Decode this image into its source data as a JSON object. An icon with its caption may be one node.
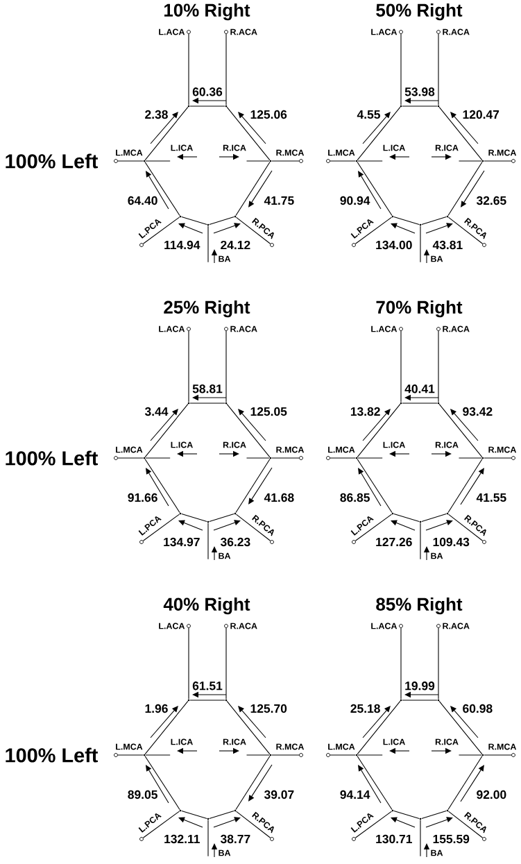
{
  "diagram": {
    "nodes": [
      {
        "text": [],
        "shape": "circle",
        "beside": [
          "L.ACA"
        ]
      },
      {
        "text": [],
        "shape": "circle",
        "beside": [
          "R.ACA"
        ]
      },
      {
        "text": [],
        "shape": "circle",
        "beside": [
          "L.MCA"
        ]
      },
      {
        "text": [],
        "shape": "circle",
        "beside": [
          "R.MCA"
        ]
      },
      {
        "text": [],
        "shape": "circle",
        "beside": [
          "L.PCA"
        ]
      },
      {
        "text": [],
        "shape": "circle",
        "beside": [
          "R.PCA"
        ]
      },
      {
        "text": [],
        "shape": "point"
      },
      {
        "text": [],
        "shape": "point"
      },
      {
        "text": [],
        "shape": "point"
      },
      {
        "text": [],
        "shape": "point"
      },
      {
        "text": [],
        "shape": "point"
      },
      {
        "text": [],
        "shape": "point"
      },
      {
        "text": [],
        "shape": "point"
      },
      {
        "text": [
          "L.ICA"
        ]
      },
      {
        "text": [
          "R.ICA"
        ]
      },
      {
        "text": [
          "BA"
        ]
      },
      {
        "text": [],
        "shape": "circle",
        "beside": [
          "L.ACA"
        ]
      },
      {
        "text": [],
        "shape": "circle",
        "beside": [
          "R.ACA"
        ]
      },
      {
        "text": [],
        "shape": "circle",
        "beside": [
          "L.MCA"
        ]
      },
      {
        "text": [],
        "shape": "circle",
        "beside": [
          "R.MCA"
        ]
      },
      {
        "text": [],
        "shape": "circle",
        "beside": [
          "L.PCA"
        ]
      },
      {
        "text": [],
        "shape": "circle",
        "beside": [
          "R.PCA"
        ]
      },
      {
        "text": [],
        "shape": "point"
      },
      {
        "text": [],
        "shape": "point"
      },
      {
        "text": [],
        "shape": "point"
      },
      {
        "text": [],
        "shape": "point"
      },
      {
        "text": [],
        "shape": "point"
      },
      {
        "text": [],
        "shape": "point"
      },
      {
        "text": [],
        "shape": "point"
      },
      {
        "text": [
          "L.ICA"
        ]
      },
      {
        "text": [
          "R.ICA"
        ]
      },
      {
        "text": [
          "BA"
        ]
      },
      {
        "text": [],
        "shape": "circle",
        "beside": [
          "L.ACA"
        ]
      },
      {
        "text": [],
        "shape": "circle",
        "beside": [
          "R.ACA"
        ]
      },
      {
        "text": [],
        "shape": "circle",
        "beside": [
          "L.MCA"
        ]
      },
      {
        "text": [],
        "shape": "circle",
        "beside": [
          "R.MCA"
        ]
      },
      {
        "text": [],
        "shape": "circle",
        "beside": [
          "L.PCA"
        ]
      },
      {
        "text": [],
        "shape": "circle",
        "beside": [
          "R.PCA"
        ]
      },
      {
        "text": [],
        "shape": "point"
      },
      {
        "text": [],
        "shape": "point"
      },
      {
        "text": [],
        "shape": "point"
      },
      {
        "text": [],
        "shape": "point"
      },
      {
        "text": [],
        "shape": "point"
      },
      {
        "text": [],
        "shape": "point"
      },
      {
        "text": [],
        "shape": "point"
      },
      {
        "text": [
          "L.ICA"
        ]
      },
      {
        "text": [
          "R.ICA"
        ]
      },
      {
        "text": [
          "BA"
        ]
      },
      {
        "text": [],
        "shape": "circle",
        "beside": [
          "L.ACA"
        ]
      },
      {
        "text": [],
        "shape": "circle",
        "beside": [
          "R.ACA"
        ]
      },
      {
        "text": [],
        "shape": "circle",
        "beside": [
          "L.MCA"
        ]
      },
      {
        "text": [],
        "shape": "circle",
        "beside": [
          "R.MCA"
        ]
      },
      {
        "text": [],
        "shape": "circle",
        "beside": [
          "L.PCA"
        ]
      },
      {
        "text": [],
        "shape": "circle",
        "beside": [
          "R.PCA"
        ]
      },
      {
        "text": [],
        "shape": "point"
      },
      {
        "text": [],
        "shape": "point"
      },
      {
        "text": [],
        "shape": "point"
      },
      {
        "text": [],
        "shape": "point"
      },
      {
        "text": [],
        "shape": "point"
      },
      {
        "text": [],
        "shape": "point"
      },
      {
        "text": [],
        "shape": "point"
      },
      {
        "text": [
          "L.ICA"
        ]
      },
      {
        "text": [
          "R.ICA"
        ]
      },
      {
        "text": [
          "BA"
        ]
      },
      {
        "text": [],
        "shape": "circle",
        "beside": [
          "L.ACA"
        ]
      },
      {
        "text": [],
        "shape": "circle",
        "beside": [
          "R.ACA"
        ]
      },
      {
        "text": [],
        "shape": "circle",
        "beside": [
          "L.MCA"
        ]
      },
      {
        "text": [],
        "shape": "circle",
        "beside": [
          "R.MCA"
        ]
      },
      {
        "text": [],
        "shape": "circle",
        "beside": [
          "L.PCA"
        ]
      },
      {
        "text": [],
        "shape": "circle",
        "beside": [
          "R.PCA"
        ]
      },
      {
        "text": [],
        "shape": "point"
      },
      {
        "text": [],
        "shape": "point"
      },
      {
        "text": [],
        "shape": "point"
      },
      {
        "text": [],
        "shape": "point"
      },
      {
        "text": [],
        "shape": "point"
      },
      {
        "text": [],
        "shape": "point"
      },
      {
        "text": [],
        "shape": "point"
      },
      {
        "text": [
          "L.ICA"
        ]
      },
      {
        "text": [
          "R.ICA"
        ]
      },
      {
        "text": [
          "BA"
        ]
      },
      {
        "text": [],
        "shape": "circle",
        "beside": [
          "L.ACA"
        ]
      },
      {
        "text": [],
        "shape": "circle",
        "beside": [
          "R.ACA"
        ]
      },
      {
        "text": [],
        "shape": "circle",
        "beside": [
          "L.MCA"
        ]
      },
      {
        "text": [],
        "shape": "circle",
        "beside": [
          "R.MCA"
        ]
      },
      {
        "text": [],
        "shape": "circle",
        "beside": [
          "L.PCA"
        ]
      },
      {
        "text": [],
        "shape": "circle",
        "beside": [
          "R.PCA"
        ]
      },
      {
        "text": [],
        "shape": "point"
      },
      {
        "text": [],
        "shape": "point"
      },
      {
        "text": [],
        "shape": "point"
      },
      {
        "text": [],
        "shape": "point"
      },
      {
        "text": [],
        "shape": "point"
      },
      {
        "text": [],
        "shape": "point"
      },
      {
        "text": [],
        "shape": "point"
      },
      {
        "text": [
          "L.ICA"
        ]
      },
      {
        "text": [
          "R.ICA"
        ]
      },
      {
        "text": [
          "BA"
        ]
      }
    ],
    "edges": [
      {
        "from": 0,
        "to": 6,
        "arrow": "none"
      },
      {
        "from": 1,
        "to": 7,
        "arrow": "none"
      },
      {
        "from": 6,
        "to": 7,
        "arrow": "none"
      },
      {
        "from": 6,
        "to": 8,
        "arrow": "none"
      },
      {
        "from": 7,
        "to": 9,
        "arrow": "none"
      },
      {
        "from": 2,
        "to": 8,
        "arrow": "none"
      },
      {
        "from": 3,
        "to": 9,
        "arrow": "none"
      },
      {
        "from": 8,
        "to": 10,
        "arrow": "none"
      },
      {
        "from": 10,
        "to": 11,
        "arrow": "none"
      },
      {
        "from": 11,
        "to": 12,
        "arrow": "none"
      },
      {
        "from": 12,
        "to": 9,
        "arrow": "none"
      },
      {
        "from": 4,
        "to": 10,
        "arrow": "none"
      },
      {
        "from": 5,
        "to": 12,
        "arrow": "none"
      },
      {
        "from": 13,
        "to": 8,
        "arrow": "none"
      },
      {
        "from": 14,
        "to": 9,
        "arrow": "none"
      },
      {
        "from": 15,
        "to": 11,
        "arrow": "none"
      },
      {
        "from": 16,
        "to": 22,
        "arrow": "none"
      },
      {
        "from": 17,
        "to": 23,
        "arrow": "none"
      },
      {
        "from": 22,
        "to": 23,
        "arrow": "none"
      },
      {
        "from": 22,
        "to": 24,
        "arrow": "none"
      },
      {
        "from": 23,
        "to": 25,
        "arrow": "none"
      },
      {
        "from": 18,
        "to": 24,
        "arrow": "none"
      },
      {
        "from": 19,
        "to": 25,
        "arrow": "none"
      },
      {
        "from": 24,
        "to": 26,
        "arrow": "none"
      },
      {
        "from": 26,
        "to": 27,
        "arrow": "none"
      },
      {
        "from": 27,
        "to": 28,
        "arrow": "none"
      },
      {
        "from": 28,
        "to": 25,
        "arrow": "none"
      },
      {
        "from": 20,
        "to": 26,
        "arrow": "none"
      },
      {
        "from": 21,
        "to": 28,
        "arrow": "none"
      },
      {
        "from": 29,
        "to": 24,
        "arrow": "none"
      },
      {
        "from": 30,
        "to": 25,
        "arrow": "none"
      },
      {
        "from": 31,
        "to": 27,
        "arrow": "none"
      },
      {
        "from": 32,
        "to": 38,
        "arrow": "none"
      },
      {
        "from": 33,
        "to": 39,
        "arrow": "none"
      },
      {
        "from": 38,
        "to": 39,
        "arrow": "none"
      },
      {
        "from": 38,
        "to": 40,
        "arrow": "none"
      },
      {
        "from": 39,
        "to": 41,
        "arrow": "none"
      },
      {
        "from": 34,
        "to": 40,
        "arrow": "none"
      },
      {
        "from": 35,
        "to": 41,
        "arrow": "none"
      },
      {
        "from": 40,
        "to": 42,
        "arrow": "none"
      },
      {
        "from": 42,
        "to": 43,
        "arrow": "none"
      },
      {
        "from": 43,
        "to": 44,
        "arrow": "none"
      },
      {
        "from": 44,
        "to": 41,
        "arrow": "none"
      },
      {
        "from": 36,
        "to": 42,
        "arrow": "none"
      },
      {
        "from": 37,
        "to": 44,
        "arrow": "none"
      },
      {
        "from": 45,
        "to": 40,
        "arrow": "none"
      },
      {
        "from": 46,
        "to": 41,
        "arrow": "none"
      },
      {
        "from": 47,
        "to": 43,
        "arrow": "none"
      },
      {
        "from": 48,
        "to": 54,
        "arrow": "none"
      },
      {
        "from": 49,
        "to": 55,
        "arrow": "none"
      },
      {
        "from": 54,
        "to": 55,
        "arrow": "none"
      },
      {
        "from": 54,
        "to": 56,
        "arrow": "none"
      },
      {
        "from": 55,
        "to": 57,
        "arrow": "none"
      },
      {
        "from": 50,
        "to": 56,
        "arrow": "none"
      },
      {
        "from": 51,
        "to": 57,
        "arrow": "none"
      },
      {
        "from": 56,
        "to": 58,
        "arrow": "none"
      },
      {
        "from": 58,
        "to": 59,
        "arrow": "none"
      },
      {
        "from": 59,
        "to": 60,
        "arrow": "none"
      },
      {
        "from": 60,
        "to": 57,
        "arrow": "none"
      },
      {
        "from": 52,
        "to": 58,
        "arrow": "none"
      },
      {
        "from": 53,
        "to": 60,
        "arrow": "none"
      },
      {
        "from": 61,
        "to": 56,
        "arrow": "none"
      },
      {
        "from": 62,
        "to": 57,
        "arrow": "none"
      },
      {
        "from": 63,
        "to": 59,
        "arrow": "none"
      },
      {
        "from": 64,
        "to": 70,
        "arrow": "none"
      },
      {
        "from": 65,
        "to": 71,
        "arrow": "none"
      },
      {
        "from": 70,
        "to": 71,
        "arrow": "none"
      },
      {
        "from": 70,
        "to": 72,
        "arrow": "none"
      },
      {
        "from": 71,
        "to": 73,
        "arrow": "none"
      },
      {
        "from": 66,
        "to": 72,
        "arrow": "none"
      },
      {
        "from": 67,
        "to": 73,
        "arrow": "none"
      },
      {
        "from": 72,
        "to": 74,
        "arrow": "none"
      },
      {
        "from": 74,
        "to": 75,
        "arrow": "none"
      },
      {
        "from": 75,
        "to": 76,
        "arrow": "none"
      },
      {
        "from": 76,
        "to": 73,
        "arrow": "none"
      },
      {
        "from": 68,
        "to": 74,
        "arrow": "none"
      },
      {
        "from": 69,
        "to": 76,
        "arrow": "none"
      },
      {
        "from": 77,
        "to": 72,
        "arrow": "none"
      },
      {
        "from": 78,
        "to": 73,
        "arrow": "none"
      },
      {
        "from": 79,
        "to": 75,
        "arrow": "none"
      },
      {
        "from": 80,
        "to": 86,
        "arrow": "none"
      },
      {
        "from": 81,
        "to": 87,
        "arrow": "none"
      },
      {
        "from": 86,
        "to": 87,
        "arrow": "none"
      },
      {
        "from": 86,
        "to": 88,
        "arrow": "none"
      },
      {
        "from": 87,
        "to": 89,
        "arrow": "none"
      },
      {
        "from": 82,
        "to": 88,
        "arrow": "none"
      },
      {
        "from": 83,
        "to": 89,
        "arrow": "none"
      },
      {
        "from": 88,
        "to": 90,
        "arrow": "none"
      },
      {
        "from": 90,
        "to": 91,
        "arrow": "none"
      },
      {
        "from": 91,
        "to": 92,
        "arrow": "none"
      },
      {
        "from": 92,
        "to": 89,
        "arrow": "none"
      },
      {
        "from": 84,
        "to": 90,
        "arrow": "none"
      },
      {
        "from": 85,
        "to": 92,
        "arrow": "none"
      },
      {
        "from": 93,
        "to": 88,
        "arrow": "none"
      },
      {
        "from": 94,
        "to": 89,
        "arrow": "none"
      },
      {
        "from": 95,
        "to": 91,
        "arrow": "none"
      }
    ],
    "labels": [
      "100% Left",
      "10% Right",
      "60.36",
      "2.38",
      "125.06",
      "64.40",
      "41.75",
      "114.94",
      "24.12",
      "50% Right",
      "53.98",
      "4.55",
      "120.47",
      "90.94",
      "32.65",
      "134.00",
      "43.81",
      "100% Left",
      "25% Right",
      "58.81",
      "3.44",
      "125.05",
      "91.66",
      "41.68",
      "134.97",
      "36.23",
      "70% Right",
      "40.41",
      "13.82",
      "93.42",
      "86.85",
      "41.55",
      "127.26",
      "109.43",
      "100% Left",
      "40% Right",
      "61.51",
      "1.96",
      "125.70",
      "89.05",
      "39.07",
      "132.11",
      "38.77",
      "85% Right",
      "19.99",
      "25.18",
      "60.98",
      "94.14",
      "92.00",
      "130.71",
      "155.59"
    ]
  }
}
